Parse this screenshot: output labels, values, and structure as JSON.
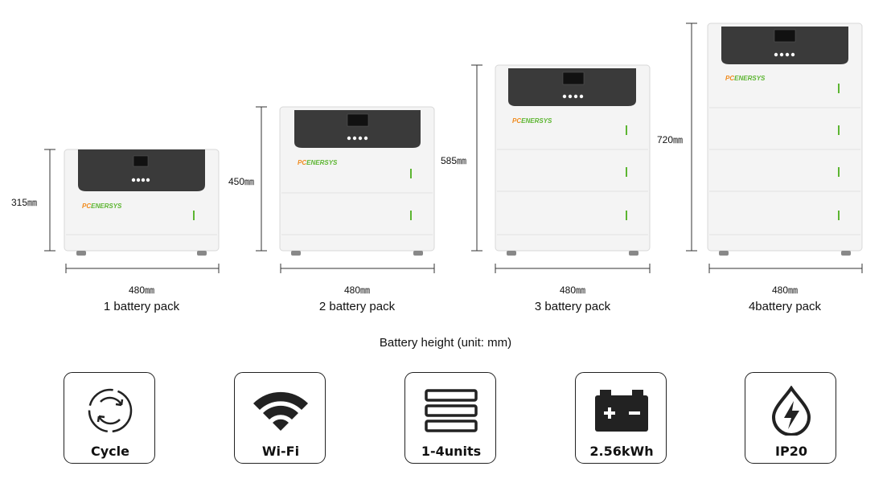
{
  "packs": [
    {
      "height_label": "315㎜",
      "width_label": "480㎜",
      "caption": "1 battery pack",
      "modules": 1
    },
    {
      "height_label": "450㎜",
      "width_label": "480㎜",
      "caption": "2 battery pack",
      "modules": 2
    },
    {
      "height_label": "585㎜",
      "width_label": "480㎜",
      "caption": "3 battery pack",
      "modules": 3
    },
    {
      "height_label": "720㎜",
      "width_label": "480㎜",
      "caption": "4battery pack",
      "modules": 4
    }
  ],
  "brand_logo_text": "PCENERSYS",
  "subtitle": "Battery height (unit: mm)",
  "features": [
    {
      "icon": "cycle-icon",
      "label": "Cycle"
    },
    {
      "icon": "wifi-icon",
      "label": "Wi-Fi"
    },
    {
      "icon": "units-stack-icon",
      "label": "1-4units"
    },
    {
      "icon": "battery-icon",
      "label": "2.56kWh"
    },
    {
      "icon": "water-drop-bolt-icon",
      "label": "IP20"
    }
  ],
  "colors": {
    "cabinet": "#f3f3f3",
    "inverter_panel": "#3a3a3a",
    "accent_green": "#5cb531",
    "logo_orange": "#f08a1c"
  }
}
